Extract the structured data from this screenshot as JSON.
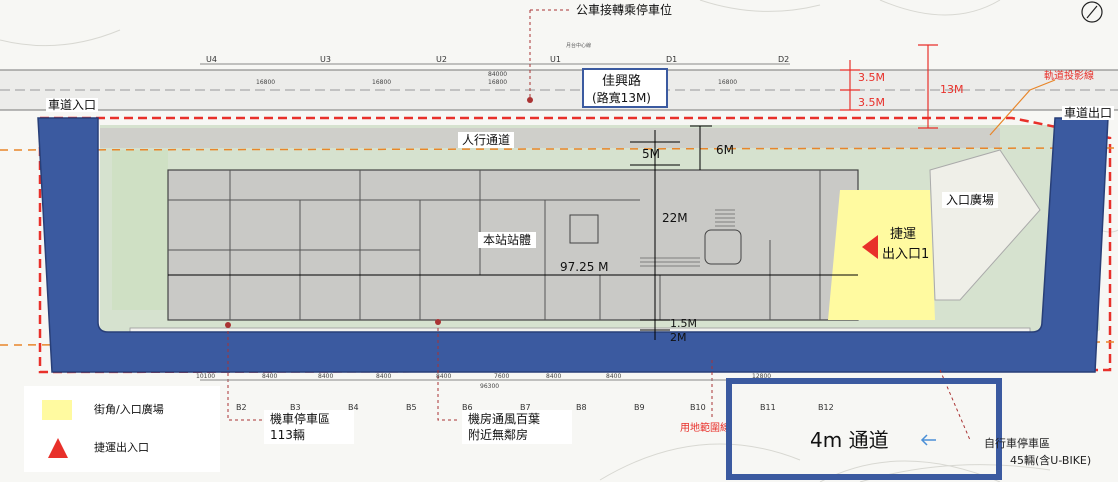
{
  "labels": {
    "bus_transfer": "公車接轉乘停車位",
    "platform_small": "月台中心線",
    "road_name": "佳興路",
    "road_width": "(路寬13M)",
    "dim_35_top": "3.5M",
    "dim_35_bottom": "3.5M",
    "dim_13": "13M",
    "track_projection": "軌道投影線",
    "driveway_entrance": "車道入口",
    "driveway_exit": "車道出口",
    "walkway": "人行通道",
    "dim_5": "5M",
    "dim_6": "6M",
    "entrance_plaza": "入口廣場",
    "mrt_exit_line1": "捷運",
    "mrt_exit_line2": "出入口1",
    "dim_22": "22M",
    "station_body": "本站站體",
    "dim_9725": "97.25 M",
    "dim_15": "1.5M",
    "dim_2": "2M",
    "scooter_parking_line1": "機車停車區",
    "scooter_parking_line2": "113輛",
    "ventilation_line1": "機房通風百葉",
    "ventilation_line2": "附近無鄰房",
    "land_boundary": "用地範圍線",
    "passage": "4m 通道",
    "bike_parking_line1": "自行車停車區",
    "bike_parking_line2": "45輛(含U-BIKE)"
  },
  "legend": {
    "plaza": "街角/入口廣場",
    "mrt_entrance": "捷運出入口"
  },
  "grid_labels": {
    "top": [
      "U4",
      "U3",
      "U2",
      "U1",
      "D1",
      "D2"
    ],
    "bottom": [
      "B2",
      "B3",
      "B4",
      "B5",
      "B6",
      "B7",
      "B8",
      "B9",
      "B10",
      "B11",
      "B12"
    ]
  },
  "dimension_numbers": {
    "top_row": [
      "16800",
      "84000",
      "16800",
      "16800",
      "16800",
      "16800"
    ],
    "bottom_row": [
      "10100",
      "8400",
      "8400",
      "8400",
      "8400",
      "7600",
      "8400",
      "8400",
      "12800"
    ],
    "bottom_total": "96300"
  },
  "colors": {
    "ramp_blue": "#3b5aa0",
    "boundary_red": "#e8302a",
    "plaza_yellow": "#fffaa0",
    "track_orange": "#e8862a",
    "green_strip": "#c8dcc0"
  }
}
